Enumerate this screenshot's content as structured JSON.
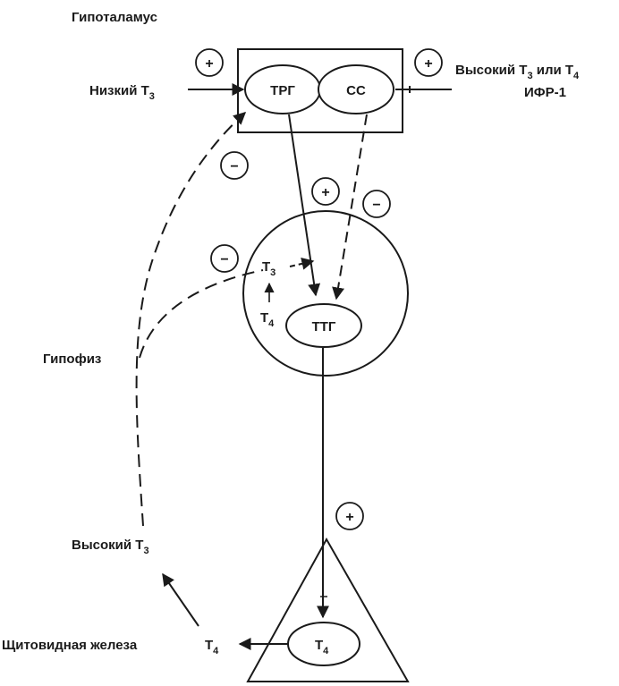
{
  "labels": {
    "hypothalamus": "Гипоталамус",
    "low_t3": "Низкий Т",
    "low_t3_sub": "3",
    "high_t3_or_t4": "Высокий Т",
    "high_t3_sub": "3",
    "or_t4": " или Т",
    "or_t4_sub": "4",
    "igf1": "ИФР-1",
    "pituitary": "Гипофиз",
    "high_t3_lower": "Высокий Т",
    "high_t3_lower_sub": "3",
    "thyroid": "Щитовидная железа",
    "t4_out": "Т",
    "t4_out_sub": "4"
  },
  "nodes": {
    "trh": "ТРГ",
    "ss": "СС",
    "tsh": "ТТГ",
    "t3_inner": "Т",
    "t3_inner_sub": "3",
    "t4_inner": "Т",
    "t4_inner_sub": "4",
    "t4_thyroid": "Т",
    "t4_thyroid_sub": "4"
  },
  "signs": {
    "plus_low_t3": "+",
    "plus_high_t3": "+",
    "minus_feedback_hypothalamus": "−",
    "plus_trh_tsh": "+",
    "minus_ss_tsh": "−",
    "minus_t3_pituitary": "−",
    "plus_tsh_thyroid": "+"
  },
  "colors": {
    "ink": "#1a1a1a",
    "background": "#ffffff"
  }
}
